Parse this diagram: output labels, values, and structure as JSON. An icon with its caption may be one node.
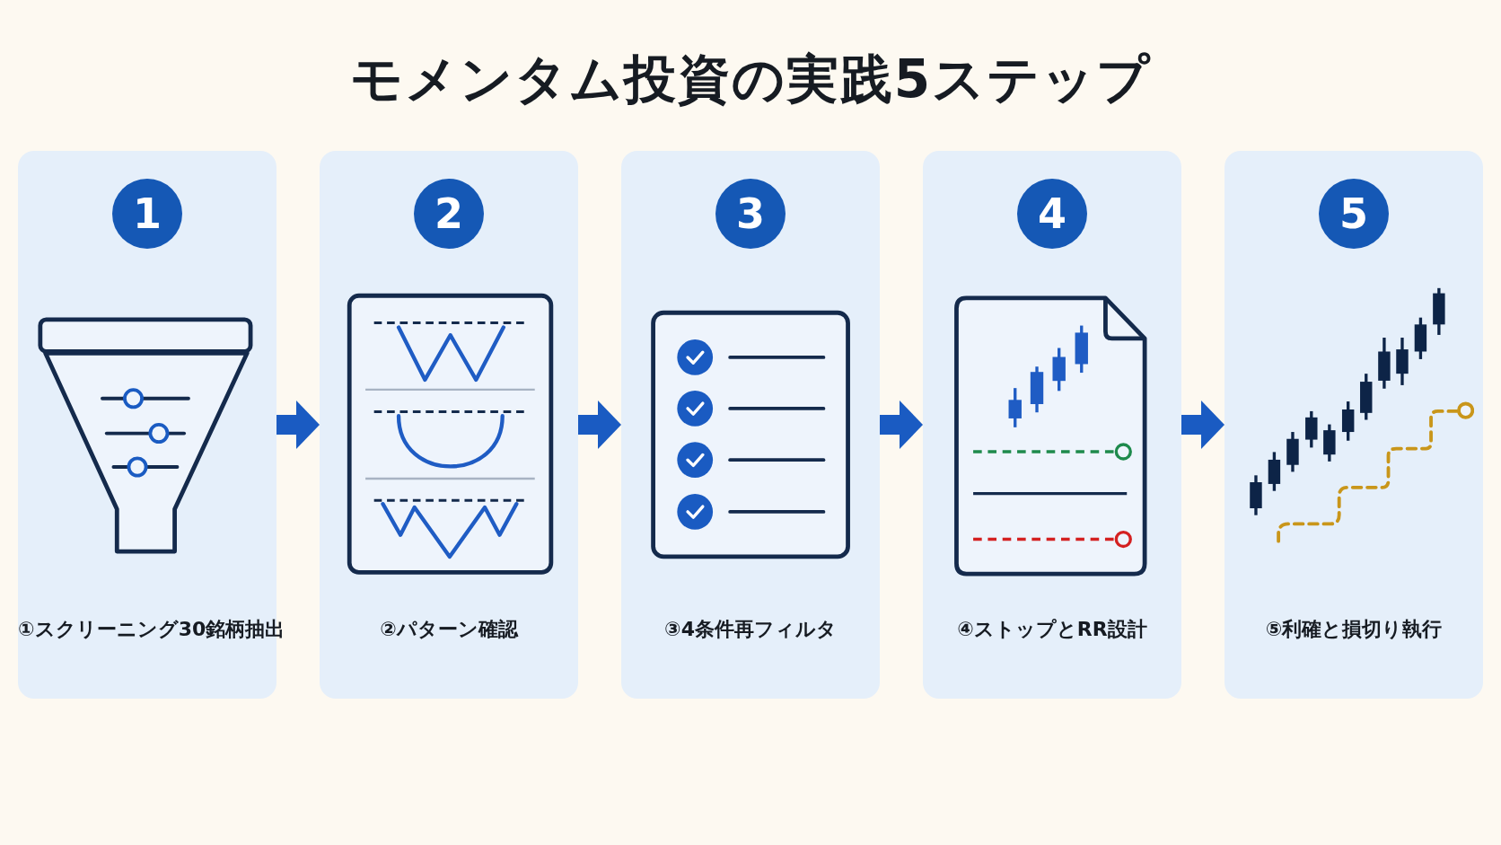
{
  "diagram": {
    "title": "モメンタム投資の実践5ステップ",
    "nodes": [
      {
        "text": [
          "①スクリーニング30銘柄抽出"
        ]
      },
      {
        "text": [
          "1"
        ],
        "in": 0
      },
      {
        "text": [
          "②パターン確認"
        ]
      },
      {
        "text": [
          "2"
        ],
        "in": 2
      },
      {
        "text": [
          "③4条件再フィルタ"
        ]
      },
      {
        "text": [
          "3"
        ],
        "in": 4
      },
      {
        "text": [
          "④ストップとRR設計"
        ]
      },
      {
        "text": [
          "4"
        ],
        "in": 6
      },
      {
        "text": [
          "⑤利確と損切り執行"
        ]
      },
      {
        "text": [
          "5"
        ],
        "in": 8
      }
    ],
    "edges": [
      {
        "from": 0,
        "to": 2,
        "arrow": "to"
      },
      {
        "from": 2,
        "to": 4,
        "arrow": "to"
      },
      {
        "from": 4,
        "to": 6,
        "arrow": "to"
      },
      {
        "from": 6,
        "to": 8,
        "arrow": "to"
      }
    ]
  }
}
